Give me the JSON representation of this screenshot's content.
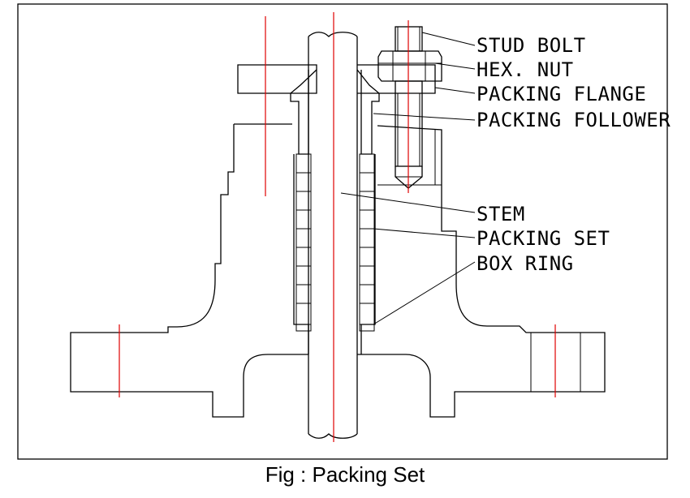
{
  "caption": "Fig : Packing Set",
  "labels": {
    "stud_bolt": "STUD BOLT",
    "hex_nut": "HEX. NUT",
    "packing_flange": "PACKING FLANGE",
    "packing_follower": "PACKING FOLLOWER",
    "stem": "STEM",
    "packing_set": "PACKING SET",
    "box_ring": "BOX RING"
  },
  "colors": {
    "outline": "#000000",
    "centerline": "#e00000",
    "background": "#ffffff"
  }
}
